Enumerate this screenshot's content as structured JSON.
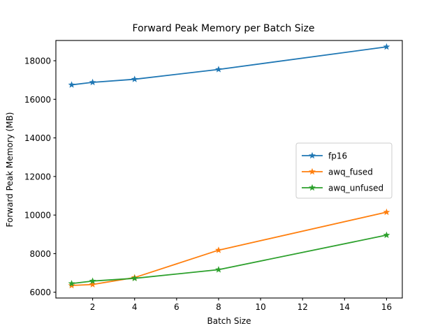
{
  "chart_data": {
    "type": "line",
    "title": "Forward Peak Memory per Batch Size",
    "xlabel": "Batch Size",
    "ylabel": "Forward Peak Memory (MB)",
    "x": [
      1,
      2,
      4,
      8,
      16
    ],
    "xlim": [
      0.25,
      16.75
    ],
    "ylim": [
      5700,
      19050
    ],
    "xticks": [
      2,
      4,
      6,
      8,
      10,
      12,
      14,
      16
    ],
    "xticklabels": [
      "2",
      "4",
      "6",
      "8",
      "10",
      "12",
      "14",
      "16"
    ],
    "yticks": [
      6000,
      8000,
      10000,
      12000,
      14000,
      16000,
      18000
    ],
    "yticklabels": [
      "6000",
      "8000",
      "10000",
      "12000",
      "14000",
      "16000",
      "18000"
    ],
    "grid": false,
    "marker": "star",
    "legend_position": "center-right",
    "series": [
      {
        "name": "fp16",
        "color": "#1f77b4",
        "values": [
          16750,
          16880,
          17040,
          17550,
          18720
        ]
      },
      {
        "name": "awq_fused",
        "color": "#ff7f0e",
        "values": [
          6350,
          6400,
          6760,
          8180,
          10150
        ]
      },
      {
        "name": "awq_unfused",
        "color": "#2ca02c",
        "values": [
          6450,
          6580,
          6720,
          7170,
          8960
        ]
      }
    ]
  },
  "figure": {
    "background_color": "#ffffff",
    "axes_background_color": "#ffffff",
    "spine_color": "#000000"
  }
}
